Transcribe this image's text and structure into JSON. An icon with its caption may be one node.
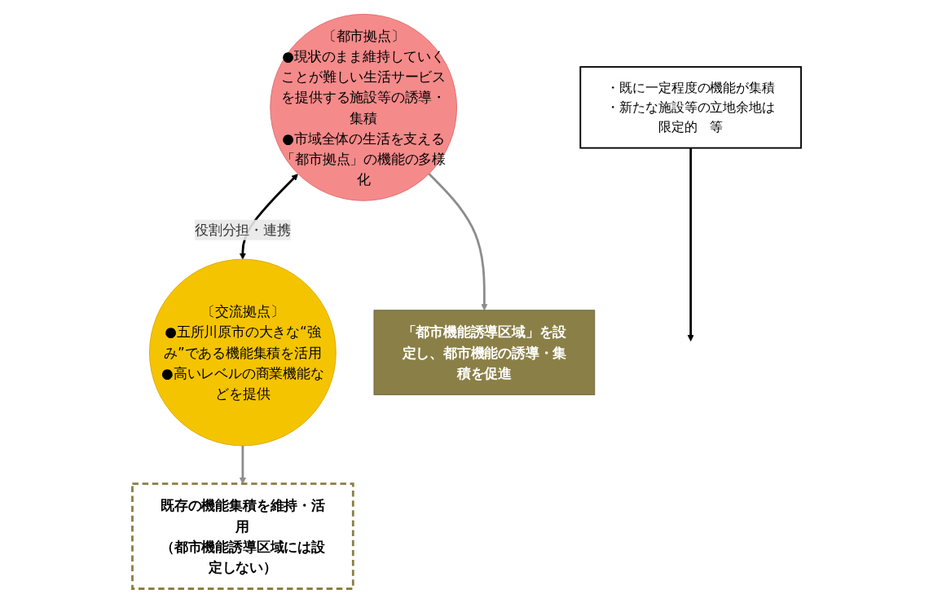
{
  "diagram": {
    "nodes": [
      {
        "text": [
          "〔都市拠点〕",
          "●現状のまま維持していくことが難しい生活サービスを提供する施設等の誘導・集積",
          "●市域全体の生活を支える「都市拠点」の機能の多様化"
        ]
      },
      {
        "text": [
          "〔交流拠点〕",
          "●五所川原市の大きな“強み”である機能集積を活用",
          "●高いレベルの商業機能などを提供"
        ]
      },
      {
        "text": [
          "・既に一定程度の機能が集積",
          "・新たな施設等の立地余地は限定的　等"
        ]
      },
      {
        "text": [
          "「都市機能誘導区域」を設定し、都市機能の誘導・集積を促進"
        ]
      },
      {
        "text": [
          "既存の機能集積を維持・活用",
          "（都市機能誘導区域には設定しない）"
        ]
      }
    ],
    "edges": [
      {
        "from": 0,
        "to": 1,
        "arrow": "both",
        "label": "役割分担・連携"
      },
      {
        "from": 0,
        "to": 3,
        "arrow": "to",
        "color": "#8c8c8c"
      },
      {
        "from": 2,
        "to": null,
        "arrow": "to"
      },
      {
        "from": 1,
        "to": 4,
        "arrow": "to",
        "color": "#8c8c8c"
      }
    ]
  }
}
